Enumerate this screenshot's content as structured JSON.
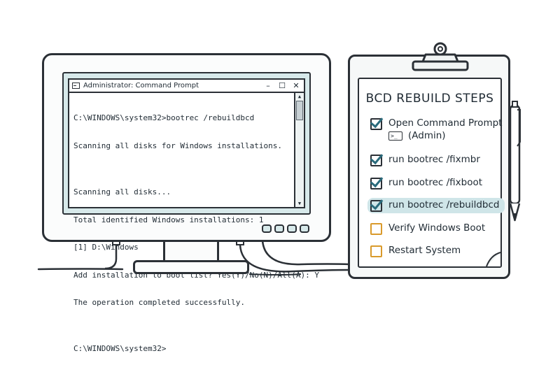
{
  "window": {
    "title": "Administrator: Command Prompt",
    "controls": {
      "minimize": "–",
      "maximize": "☐",
      "close": "✕"
    }
  },
  "console": {
    "lines": [
      "C:\\WINDOWS\\system32>bootrec /rebuildbcd",
      "Scanning all disks for Windows installations.",
      "",
      "Scanning all disks...",
      "Total identified Windows installations: 1",
      "[1] D:\\Windows",
      "Add installation to boot list? Yes(Y)/No(N)/All(A): Y",
      "The operation completed successfully.",
      "",
      "C:\\WINDOWS\\system32>"
    ]
  },
  "checklist": {
    "title": "BCD REBUILD STEPS",
    "steps": [
      {
        "label": "Open Command Prompt",
        "sublabel": "(Admin)",
        "icon": "command-prompt-icon",
        "done": true
      },
      {
        "label": "run bootrec /fixmbr",
        "done": true
      },
      {
        "label": "run bootrec /fixboot",
        "done": true
      },
      {
        "label": "run bootrec /rebuildbcd",
        "done": true,
        "highlighted": true
      },
      {
        "label": "Verify Windows Boot",
        "done": false
      },
      {
        "label": "Restart System",
        "done": false
      }
    ]
  },
  "colors": {
    "outline": "#2b3036",
    "screen_bg": "#d7e9ea",
    "check": "#2a6b7c",
    "highlight": "#cfe5e8",
    "pending_box": "#d99a2b"
  }
}
